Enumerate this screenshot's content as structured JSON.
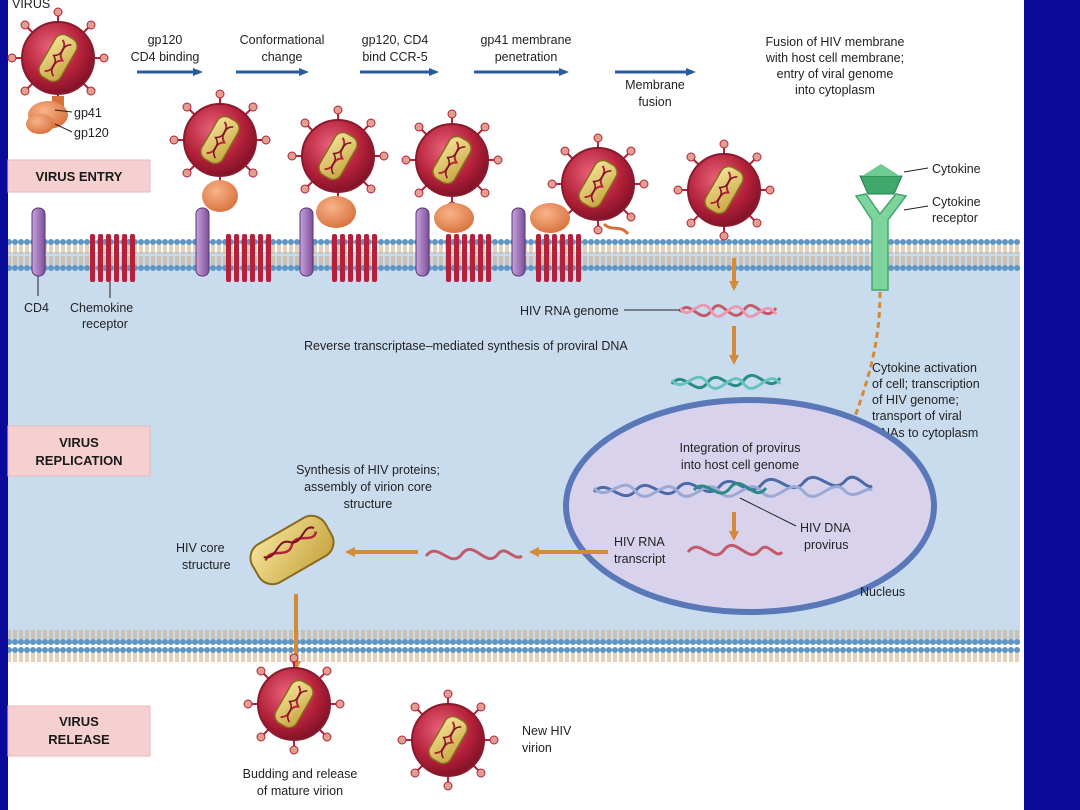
{
  "colors": {
    "frame": "#0a0a9a",
    "cytoplasm": "#c9dcee",
    "membrane_head": "#5e95c4",
    "stage_box": "#f6d0d0",
    "virion": "#b5213a",
    "arrow": "#d38b3a",
    "cd4": "#9a6cb4",
    "chemokine_receptor": "#b5213a",
    "cytokine": "#3fa86a",
    "nucleus": "#d8d2ec"
  },
  "top_left_label": "VIRUS",
  "stages": {
    "entry": "VIRUS ENTRY",
    "replication_1": "VIRUS",
    "replication_2": "REPLICATION",
    "release_1": "VIRUS",
    "release_2": "RELEASE"
  },
  "steps": {
    "s1_l1": "gp120",
    "s1_l2": "CD4 binding",
    "s2_l1": "Conformational",
    "s2_l2": "change",
    "s3_l1": "gp120, CD4",
    "s3_l2": "bind CCR-5",
    "s4_l1": "gp41 membrane",
    "s4_l2": "penetration",
    "s5_l1": "Membrane",
    "s5_l2": "fusion",
    "s6_l1": "Fusion of HIV membrane",
    "s6_l2": "with host cell membrane;",
    "s6_l3": "entry of viral genome",
    "s6_l4": "into cytoplasm"
  },
  "labels": {
    "gp41": "gp41",
    "gp120": "gp120",
    "cd4": "CD4",
    "chemokine_1": "Chemokine",
    "chemokine_2": "receptor",
    "cytokine": "Cytokine",
    "cytokine_receptor_1": "Cytokine",
    "cytokine_receptor_2": "receptor",
    "hiv_rna_genome": "HIV RNA genome",
    "reverse_transcriptase": "Reverse transcriptase–mediated synthesis of proviral DNA",
    "cytokine_activation_1": "Cytokine activation",
    "cytokine_activation_2": "of cell; transcription",
    "cytokine_activation_3": "of HIV genome;",
    "cytokine_activation_4": "transport of viral",
    "cytokine_activation_5": "RNAs to cytoplasm",
    "integration_1": "Integration of provirus",
    "integration_2": "into host cell genome",
    "synthesis_1": "Synthesis of HIV proteins;",
    "synthesis_2": "assembly of virion core",
    "synthesis_3": "structure",
    "hiv_core_1": "HIV core",
    "hiv_core_2": "structure",
    "hiv_rna_transcript_1": "HIV RNA",
    "hiv_rna_transcript_2": "transcript",
    "hiv_dna_provirus_1": "HIV DNA",
    "hiv_dna_provirus_2": "provirus",
    "nucleus": "Nucleus",
    "budding_1": "Budding and release",
    "budding_2": "of mature virion",
    "new_virion_1": "New HIV",
    "new_virion_2": "virion"
  }
}
